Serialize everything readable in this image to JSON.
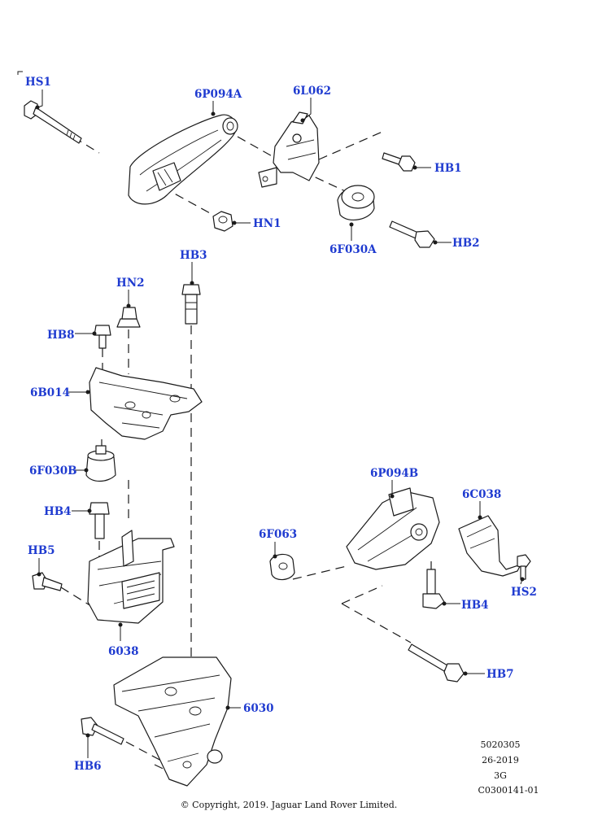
{
  "callouts": {
    "hs1": "HS1",
    "p6p094a": "6P094A",
    "p6l062": "6L062",
    "hb1": "HB1",
    "hn1": "HN1",
    "hb2": "HB2",
    "p6f030a": "6F030A",
    "hb3": "HB3",
    "hn2": "HN2",
    "hb8": "HB8",
    "p6b014": "6B014",
    "p6f030b": "6F030B",
    "hb4_left": "HB4",
    "hb5": "HB5",
    "p6038": "6038",
    "p6030": "6030",
    "hb6": "HB6",
    "p6p094b": "6P094B",
    "p6c038": "6C038",
    "p6f063": "6F063",
    "hs2": "HS2",
    "hb4_right": "HB4",
    "hb7": "HB7"
  },
  "reference": {
    "number": "5020305",
    "date": "26-2019",
    "code": "3G",
    "catalog": "C0300141-01"
  },
  "copyright": "© Copyright, 2019. Jaguar Land Rover Limited."
}
